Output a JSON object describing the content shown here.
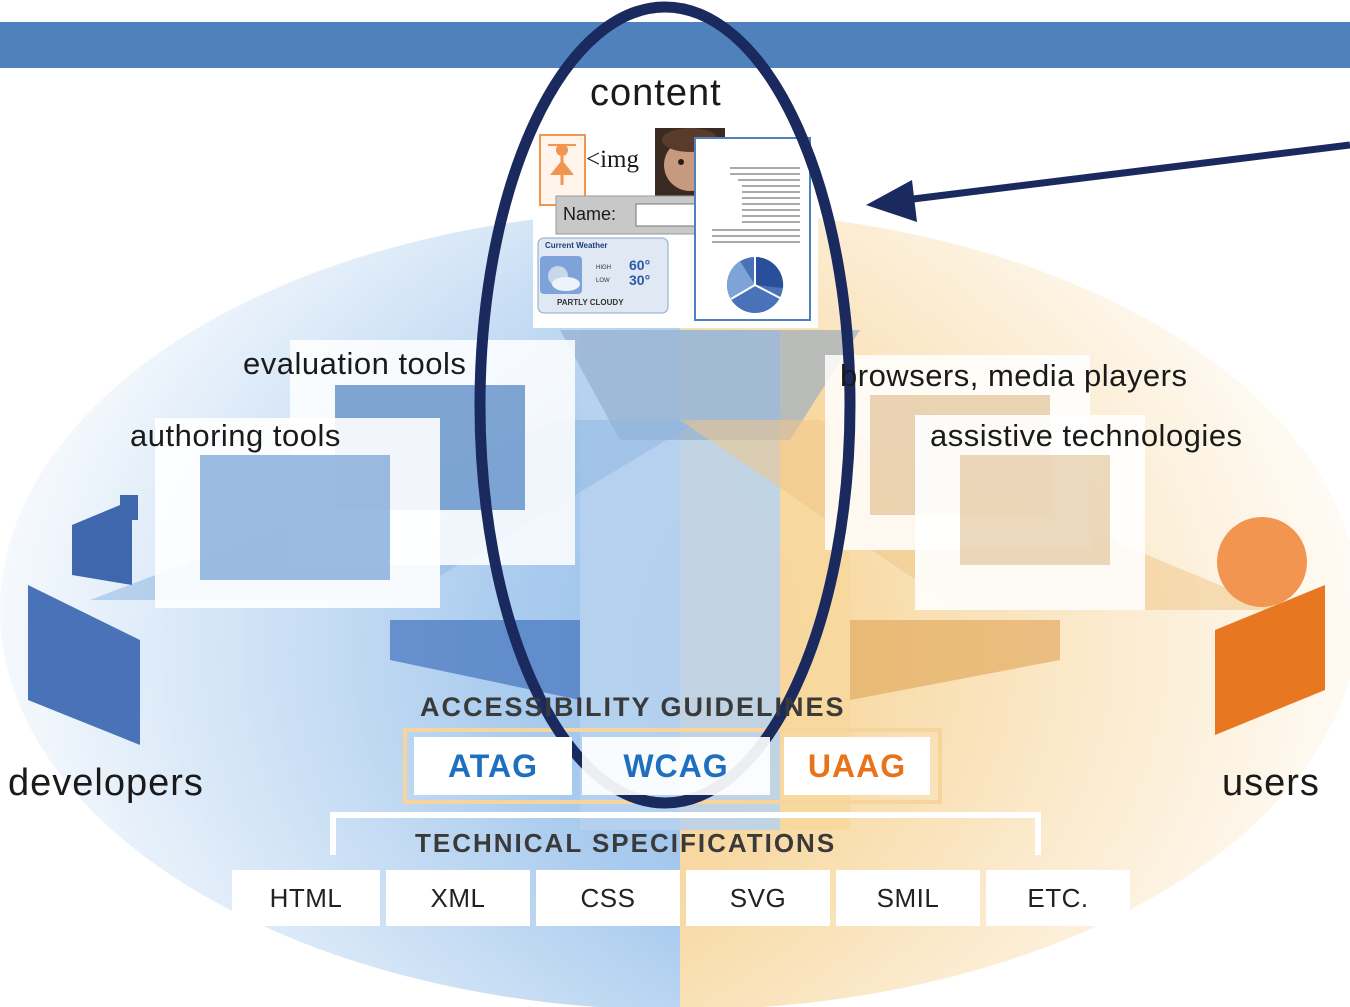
{
  "diagram": {
    "nodes": {
      "content": "content",
      "developers": "developers",
      "users": "users",
      "evaluation_tools": "evaluation tools",
      "authoring_tools": "authoring tools",
      "browsers": "browsers, media players",
      "assistive": "assistive technologies"
    },
    "content_collage": {
      "img_tag": "<img",
      "name_label": "Name:",
      "weather_title": "Current Weather",
      "weather_high_label": "HIGH",
      "weather_high": "60°",
      "weather_low_label": "LOW",
      "weather_low": "30°",
      "weather_cond": "PARTLY CLOUDY"
    },
    "guidelines": {
      "title": "ACCESSIBILITY GUIDELINES",
      "items": [
        "ATAG",
        "WCAG",
        "UAAG"
      ]
    },
    "specs": {
      "title": "TECHNICAL SPECIFICATIONS",
      "items": [
        "HTML",
        "XML",
        "CSS",
        "SVG",
        "SMIL",
        "ETC."
      ]
    }
  },
  "colors": {
    "header_bar": "#4f81bd",
    "highlight_ellipse": "#1a2a5e",
    "developer_blue": "#4a72b8",
    "user_orange": "#e87722",
    "atag": "#1f6fc0",
    "wcag": "#1f6fc0",
    "uaag": "#e8731a"
  }
}
